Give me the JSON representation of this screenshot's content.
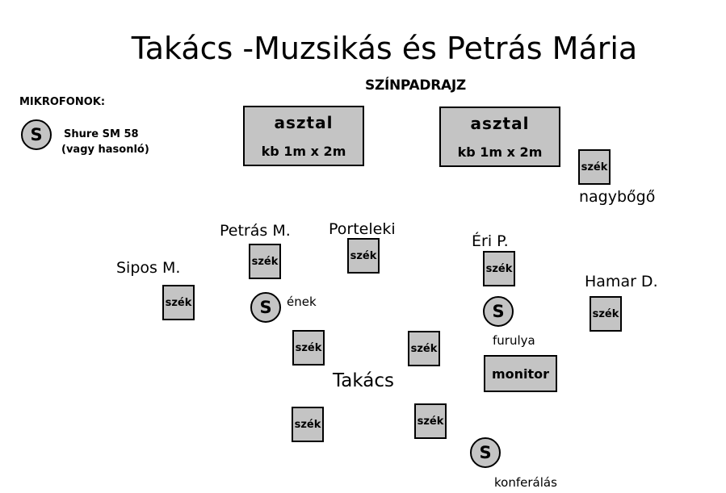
{
  "title": "Takács -Muzsikás és Petrás Mária",
  "subtitle": "SZÍNPADRAJZ",
  "legend": {
    "heading": "MIKROFONOK:",
    "mic_symbol": "S",
    "mic_model": "Shure SM 58",
    "mic_note": "(vagy hasonló)"
  },
  "tables": [
    {
      "label": "asztal",
      "size": "kb 1m x 2m"
    },
    {
      "label": "asztal",
      "size": "kb 1m x 2m"
    }
  ],
  "chair_label": "szék",
  "mic_symbol": "S",
  "performers": {
    "nagybogo": "nagybőgő",
    "petras": "Petrás M.",
    "porteleki": "Porteleki",
    "eri": "Éri P.",
    "sipos": "Sipos M.",
    "hamar": "Hamar D.",
    "takacs": "Takács"
  },
  "mic_notes": {
    "enek": "ének",
    "furulya": "furulya",
    "konferalas": "konferálás"
  },
  "monitor": "monitor",
  "colors": {
    "fill": "#c4c4c4",
    "stroke": "#000000",
    "background": "#ffffff"
  }
}
